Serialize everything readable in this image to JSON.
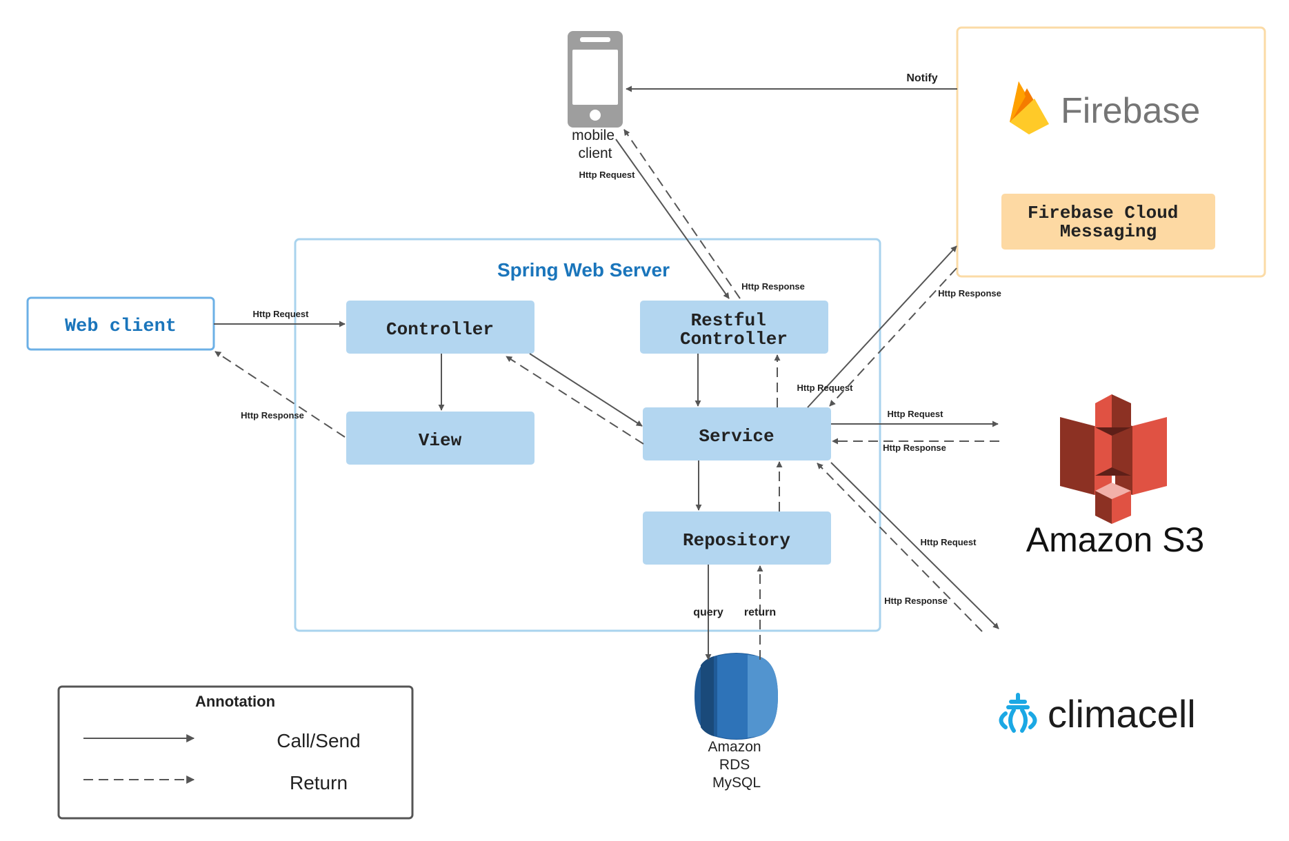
{
  "colors": {
    "box_fill": "#b3d6f0",
    "server_border": "#a9d3ee",
    "web_client_border": "#6cb0e6",
    "web_client_text": "#1a75bb",
    "server_title": "#1a75bb",
    "firebase_border": "#fbdba6",
    "fcm_fill": "#fdd9a3",
    "s3_red": "#e05243",
    "s3_dark": "#8c3123",
    "rds_blue": "#2e73b8",
    "climacell_blue": "#1ba8e4",
    "arrow": "#555555"
  },
  "nodes": {
    "web_client": "Web client",
    "server_title": "Spring Web Server",
    "controller": "Controller",
    "view": "View",
    "restful_controller": [
      "Restful",
      "Controller"
    ],
    "service": "Service",
    "repository": "Repository",
    "mobile_client": [
      "mobile",
      "client"
    ],
    "firebase": "Firebase",
    "fcm": [
      "Firebase Cloud",
      "Messaging"
    ],
    "s3": "Amazon S3",
    "rds": [
      "Amazon",
      "RDS",
      "MySQL"
    ],
    "climacell": "climacell"
  },
  "icons": {
    "mobile": "smartphone-icon",
    "firebase": "firebase-flame-icon",
    "s3": "amazon-s3-bucket-icon",
    "rds": "amazon-rds-database-icon",
    "climacell": "climacell-logo-icon"
  },
  "edges": {
    "web_request": "Http Request",
    "web_response": "Http Response",
    "mobile_request": "Http Request",
    "mobile_response": "Http Response",
    "notify": "Notify",
    "firebase_request": "Http Request",
    "firebase_response": "Http Response",
    "s3_request": "Http Request",
    "s3_response": "Http Response",
    "climacell_request": "Http Request",
    "climacell_response": "Http Response",
    "query": "query",
    "return": "return"
  },
  "legend": {
    "title": "Annotation",
    "call": "Call/Send",
    "return": "Return"
  }
}
